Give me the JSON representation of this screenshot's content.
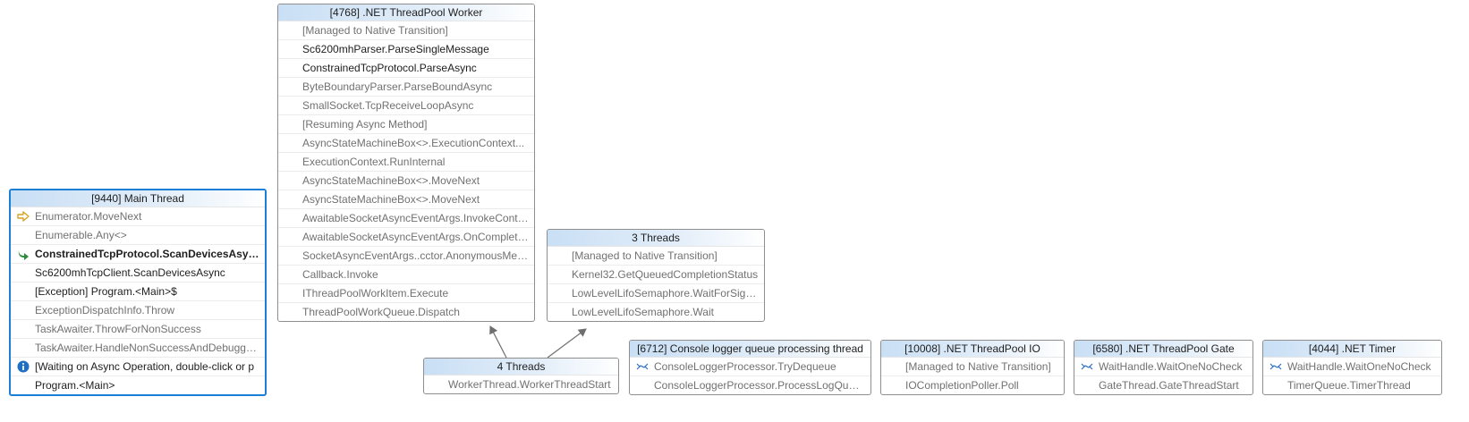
{
  "nodes": {
    "worker": {
      "title": "[4768] .NET ThreadPool Worker",
      "frames": [
        {
          "label": "[Managed to Native Transition]",
          "kind": "ext"
        },
        {
          "label": "Sc6200mhParser.ParseSingleMessage",
          "kind": "usr"
        },
        {
          "label": "ConstrainedTcpProtocol.ParseAsync",
          "kind": "usr"
        },
        {
          "label": "ByteBoundaryParser.ParseBoundAsync",
          "kind": "ext"
        },
        {
          "label": "SmallSocket.TcpReceiveLoopAsync",
          "kind": "ext"
        },
        {
          "label": "[Resuming Async Method]",
          "kind": "ext"
        },
        {
          "label": "AsyncStateMachineBox<>.ExecutionContext...",
          "kind": "ext"
        },
        {
          "label": "ExecutionContext.RunInternal",
          "kind": "ext"
        },
        {
          "label": "AsyncStateMachineBox<>.MoveNext",
          "kind": "ext"
        },
        {
          "label": "AsyncStateMachineBox<>.MoveNext",
          "kind": "ext"
        },
        {
          "label": "AwaitableSocketAsyncEventArgs.InvokeConti...",
          "kind": "ext"
        },
        {
          "label": "AwaitableSocketAsyncEventArgs.OnCompleted",
          "kind": "ext"
        },
        {
          "label": "SocketAsyncEventArgs..cctor.AnonymousMet...",
          "kind": "ext"
        },
        {
          "label": "Callback.Invoke",
          "kind": "ext"
        },
        {
          "label": "IThreadPoolWorkItem.Execute",
          "kind": "ext"
        },
        {
          "label": "ThreadPoolWorkQueue.Dispatch",
          "kind": "ext"
        }
      ]
    },
    "main": {
      "title": "[9440] Main Thread",
      "frames": [
        {
          "label": "Enumerator.MoveNext",
          "kind": "ext",
          "icon": "current-frame-arrow-icon"
        },
        {
          "label": "Enumerable.Any<>",
          "kind": "ext"
        },
        {
          "label": "ConstrainedTcpProtocol.ScanDevicesAsync",
          "kind": "cur",
          "icon": "active-frame-arrow-icon"
        },
        {
          "label": "Sc6200mhTcpClient.ScanDevicesAsync",
          "kind": "usr"
        },
        {
          "label": "[Exception] Program.<Main>$",
          "kind": "usr"
        },
        {
          "label": "ExceptionDispatchInfo.Throw",
          "kind": "ext"
        },
        {
          "label": "TaskAwaiter.ThrowForNonSuccess",
          "kind": "ext"
        },
        {
          "label": "TaskAwaiter.HandleNonSuccessAndDebugge...",
          "kind": "ext"
        },
        {
          "label": "[Waiting on Async Operation, double-click or p",
          "kind": "usr",
          "icon": "info-icon"
        },
        {
          "label": "Program.<Main>",
          "kind": "usr"
        }
      ]
    },
    "three": {
      "title": "3 Threads",
      "frames": [
        {
          "label": "[Managed to Native Transition]",
          "kind": "ext"
        },
        {
          "label": "Kernel32.GetQueuedCompletionStatus",
          "kind": "ext"
        },
        {
          "label": "LowLevelLifoSemaphore.WaitForSignal",
          "kind": "ext"
        },
        {
          "label": "LowLevelLifoSemaphore.Wait",
          "kind": "ext"
        }
      ]
    },
    "four": {
      "title": "4 Threads",
      "frames": [
        {
          "label": "WorkerThread.WorkerThreadStart",
          "kind": "ext"
        }
      ]
    },
    "logger": {
      "title": "[6712] Console logger queue processing thread",
      "frames": [
        {
          "label": "ConsoleLoggerProcessor.TryDequeue",
          "kind": "ext",
          "icon": "wait-icon"
        },
        {
          "label": "ConsoleLoggerProcessor.ProcessLogQueue",
          "kind": "ext"
        }
      ]
    },
    "io": {
      "title": "[10008] .NET ThreadPool IO",
      "frames": [
        {
          "label": "[Managed to Native Transition]",
          "kind": "ext"
        },
        {
          "label": "IOCompletionPoller.Poll",
          "kind": "ext"
        }
      ]
    },
    "gate": {
      "title": "[6580] .NET ThreadPool Gate",
      "frames": [
        {
          "label": "WaitHandle.WaitOneNoCheck",
          "kind": "ext",
          "icon": "wait-icon"
        },
        {
          "label": "GateThread.GateThreadStart",
          "kind": "ext"
        }
      ]
    },
    "timer": {
      "title": "[4044] .NET Timer",
      "frames": [
        {
          "label": "WaitHandle.WaitOneNoCheck",
          "kind": "ext",
          "icon": "wait-icon"
        },
        {
          "label": "TimerQueue.TimerThread",
          "kind": "ext"
        }
      ]
    }
  },
  "colors": {
    "selected_border": "#1b7fd6",
    "header_gradient_start": "#c9dff5",
    "external_code_text": "#717171",
    "user_code_text": "#1e1e1e",
    "current_arrow": "#d7a321",
    "active_arrow": "#2e8b3a",
    "info_icon": "#1f6fc4",
    "wait_icon": "#2b6fc2"
  }
}
